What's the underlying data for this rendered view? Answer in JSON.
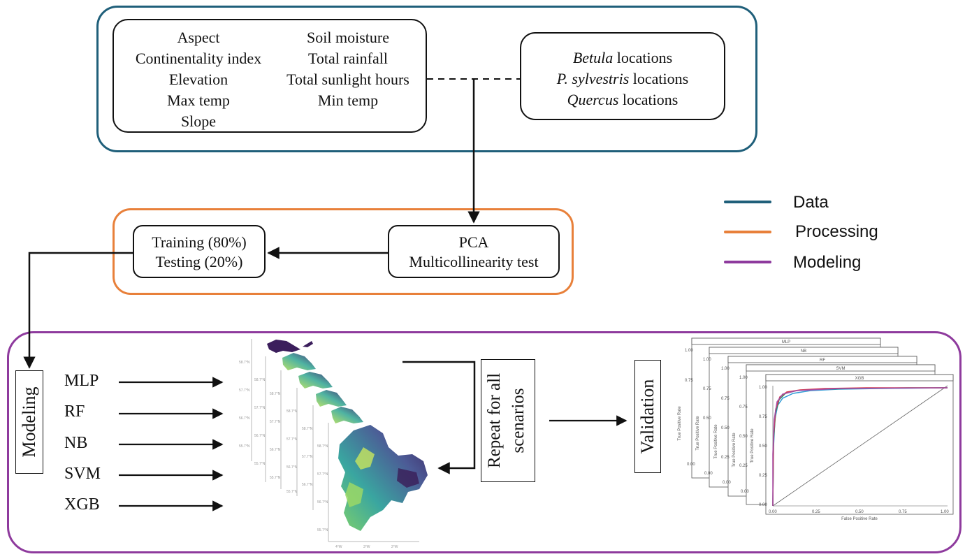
{
  "inputs": {
    "left_col": [
      "Aspect",
      "Continentality index",
      "Elevation",
      "Max temp",
      "Slope"
    ],
    "right_col": [
      "Soil moisture",
      "Total rainfall",
      "Total sunlight hours",
      "Min temp"
    ],
    "species": [
      {
        "name": "Betula",
        "suffix": " locations"
      },
      {
        "name": "P. sylvestris",
        "suffix": " locations"
      },
      {
        "name": "Quercus",
        "suffix": " locations"
      }
    ]
  },
  "processing": {
    "pca_lines": [
      "PCA",
      "Multicollinearity test"
    ],
    "split_lines": [
      "Training (80%)",
      "Testing (20%)"
    ]
  },
  "modeling": {
    "label": "Modeling",
    "models": [
      "MLP",
      "RF",
      "NB",
      "SVM",
      "XGB"
    ],
    "repeat_label": "Repeat for all scenarios",
    "validation_label": "Validation"
  },
  "roc_panel": {
    "panel_titles": [
      "MLP",
      "NB",
      "RF",
      "SVM",
      "XGB"
    ],
    "y_axis_label": "True Positive Rate",
    "x_axis_label": "False Positive Rate",
    "y_ticks": [
      "0.00",
      "0.25",
      "0.50",
      "0.75",
      "1.00"
    ],
    "x_ticks": [
      "0.00",
      "0.25",
      "0.50",
      "0.75",
      "1.00"
    ]
  },
  "legend": [
    {
      "label": "Data",
      "color": "#1f5f7a"
    },
    {
      "label": "Processing",
      "color": "#e8803a"
    },
    {
      "label": "Modeling",
      "color": "#8e3a9d"
    }
  ],
  "colors": {
    "data_border": "#1f5f7a",
    "processing_border": "#e8803a",
    "modeling_border": "#8e3a9d"
  }
}
